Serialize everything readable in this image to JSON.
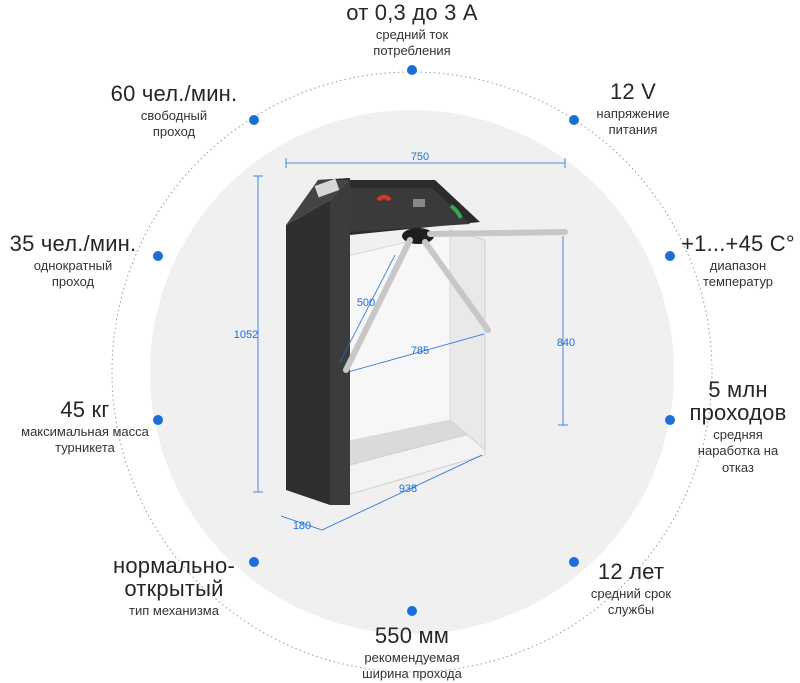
{
  "specs": {
    "current": {
      "big": "от 0,3 до 3 А",
      "small": "средний ток потребления"
    },
    "voltage": {
      "big": "12 V",
      "small": "напряжение питания"
    },
    "temperature": {
      "big": "+1...+45 С°",
      "small": "диапазон температур"
    },
    "lifetime": {
      "big": "5 млн проходов",
      "small": "средняя наработка на отказ"
    },
    "service": {
      "big": "12 лет",
      "small": "средний срок службы"
    },
    "width": {
      "big": "550 мм",
      "small": "рекомендуемая ширина прохода"
    },
    "mechanism": {
      "big": "нормально-открытый",
      "small": "тип механизма"
    },
    "weight": {
      "big": "45 кг",
      "small": "максимальная масса турникета"
    },
    "single": {
      "big": "35 чел./мин.",
      "small": "однократный проход"
    },
    "free": {
      "big": "60 чел./мин.",
      "small": "свободный проход"
    }
  },
  "dimensions": {
    "width_top": "750",
    "height_total": "1052",
    "height_right": "840",
    "bar_length": "500",
    "diagonal": "785",
    "base_length": "938",
    "depth": "180"
  },
  "colors": {
    "accent": "#1a6fd8",
    "circle_fill": "#eeeeee",
    "body_dark": "#2d2d2d",
    "metal_light": "#e6e6e6"
  }
}
